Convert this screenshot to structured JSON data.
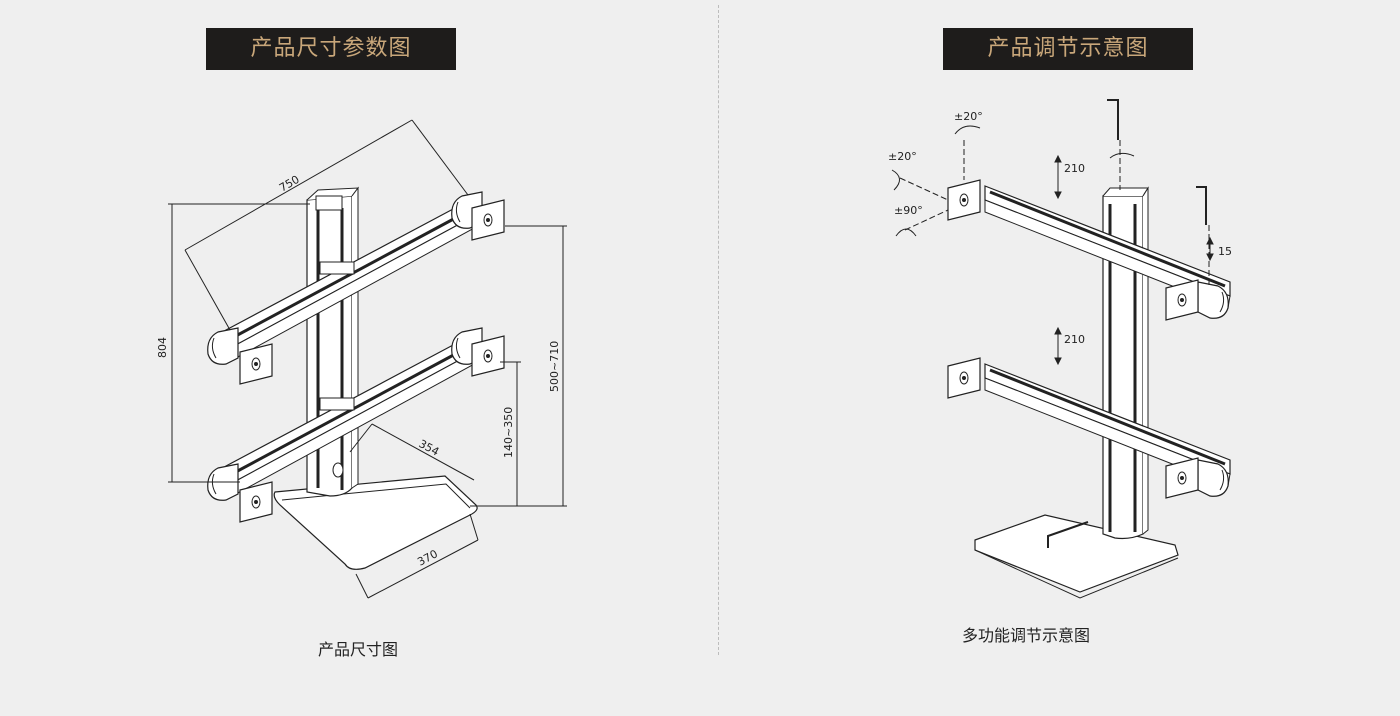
{
  "left_panel": {
    "banner": "产品尺寸参数图",
    "caption": "产品尺寸图",
    "dimensions": {
      "arm_width": "750",
      "total_height": "804",
      "height_range": "500~710",
      "arm_height_range": "140~350",
      "base_depth": "354",
      "base_width": "370"
    }
  },
  "right_panel": {
    "banner": "产品调节示意图",
    "caption": "多功能调节示意图",
    "labels": {
      "tilt_top": "±20°",
      "swivel_left": "±20°",
      "rotate": "±90°",
      "height_adj_top": "210",
      "height_adj_bottom": "210",
      "vertical_adj": "15"
    }
  },
  "colors": {
    "banner_bg": "#1e1c1b",
    "banner_text": "#c9a77a",
    "background": "#efefef"
  }
}
